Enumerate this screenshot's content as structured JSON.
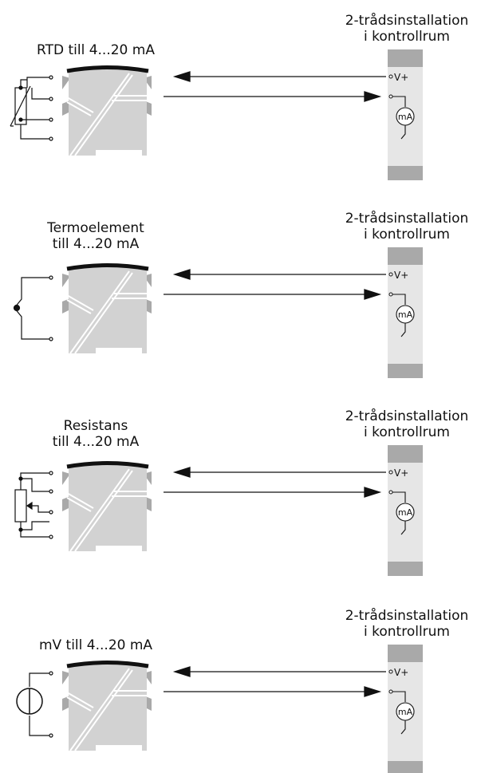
{
  "panels": [
    {
      "input_type": "rtd",
      "title_lines": [
        "RTD till 4...20 mA"
      ],
      "dest_lines": [
        "2-trådsinstallation",
        "i kontrollrum"
      ],
      "vplus_label": "V+",
      "meter_label": "mA"
    },
    {
      "input_type": "thermocouple",
      "title_lines": [
        "Termoelement",
        "till 4...20 mA"
      ],
      "dest_lines": [
        "2-trådsinstallation",
        "i kontrollrum"
      ],
      "vplus_label": "V+",
      "meter_label": "mA"
    },
    {
      "input_type": "resistance",
      "title_lines": [
        "Resistans",
        "till 4...20 mA"
      ],
      "dest_lines": [
        "2-trådsinstallation",
        "i kontrollrum"
      ],
      "vplus_label": "V+",
      "meter_label": "mA"
    },
    {
      "input_type": "mv",
      "title_lines": [
        "mV till 4...20 mA"
      ],
      "dest_lines": [
        "2-trådsinstallation",
        "i kontrollrum"
      ],
      "vplus_label": "V+",
      "meter_label": "mA"
    }
  ],
  "colors": {
    "device_light": "#d2d2d2",
    "device_dark": "#a9a9a9",
    "wire": "#111111"
  }
}
